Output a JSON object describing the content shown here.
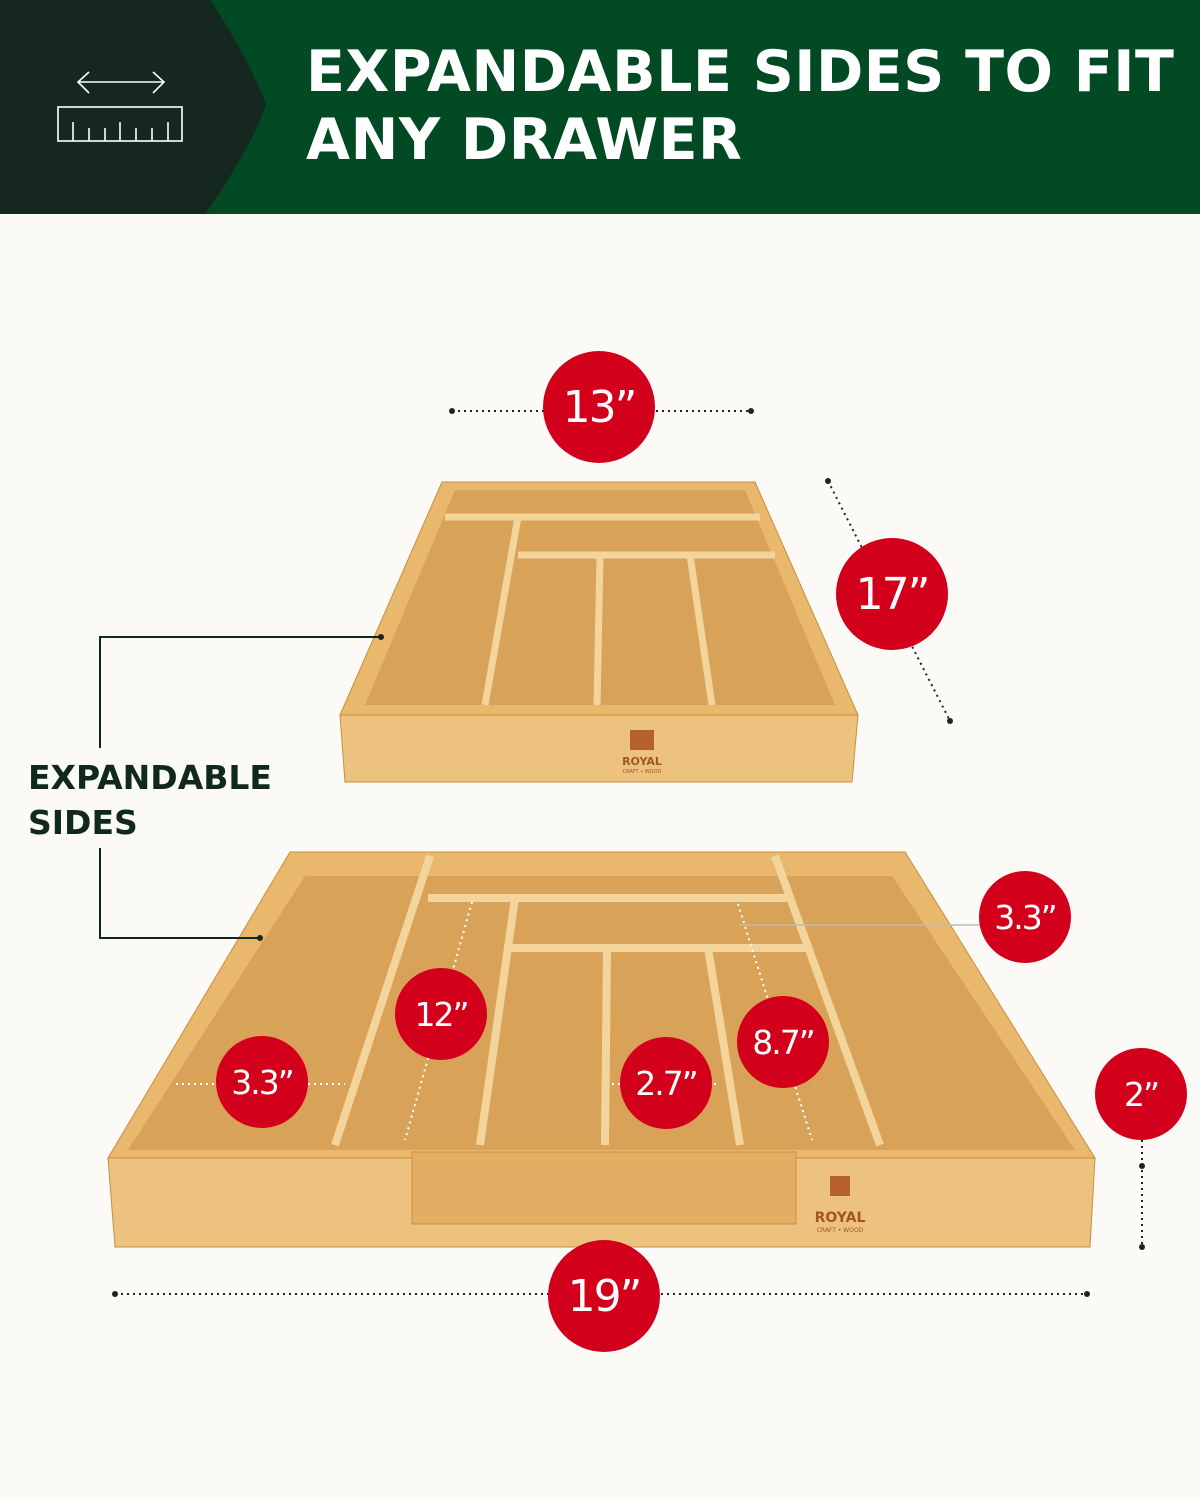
{
  "header": {
    "title_line1": "EXPANDABLE SIDES TO FIT",
    "title_line2": "ANY DRAWER",
    "icon": "ruler-with-double-arrow-icon",
    "bg_color": "#014a23",
    "badge_color": "#15271f"
  },
  "callout": {
    "line1": "EXPANDABLE",
    "line2": "SIDES"
  },
  "dimensions": {
    "width_closed": "13”",
    "depth": "17”",
    "width_open": "19”",
    "height": "2”",
    "side_compartment": "3.3”",
    "back_compartment": "3.3”",
    "long_compartment": "12”",
    "middle_compartment": "8.7”",
    "small_compartment": "2.7”"
  },
  "brand": {
    "name": "ROYAL",
    "sub": "CRAFT • WOOD"
  },
  "colors": {
    "marker": "#d3001b",
    "wood": "#e6b266"
  }
}
